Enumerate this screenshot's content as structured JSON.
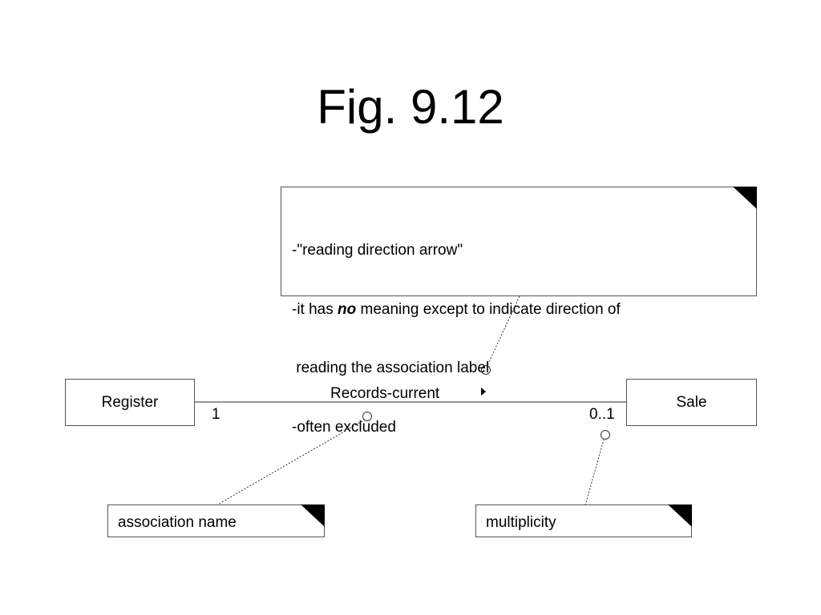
{
  "figure": {
    "title": "Fig. 9.12"
  },
  "classes": {
    "register": "Register",
    "sale": "Sale"
  },
  "association": {
    "name": "Records-current",
    "register_multiplicity": "1",
    "sale_multiplicity": "0..1",
    "reading_direction": "right"
  },
  "notes": {
    "reading_arrow": {
      "line1": "-\"reading direction arrow\"",
      "line2_prefix": "-it has ",
      "line2_emphasis": "no",
      "line2_suffix": " meaning except to indicate direction of",
      "line3": " reading the association label",
      "line4": "-often excluded"
    },
    "association_name": "association name",
    "multiplicity": "multiplicity"
  }
}
